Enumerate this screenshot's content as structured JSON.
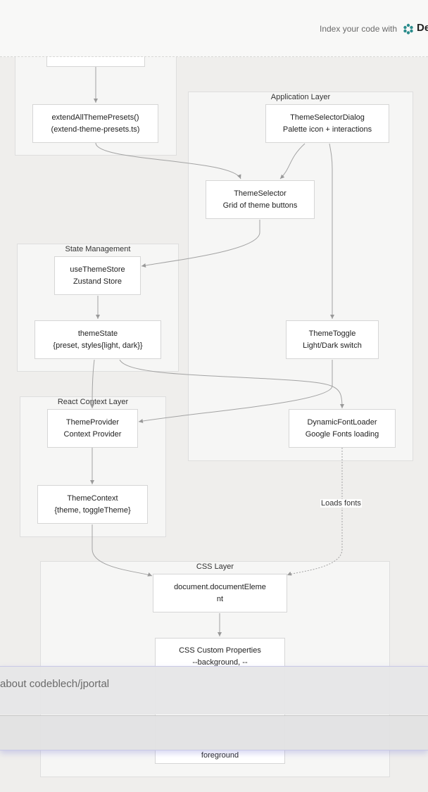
{
  "header": {
    "index_text": "Index your code with",
    "brand": "De",
    "logo_icon": "devin-logo-icon"
  },
  "groups": {
    "application": "Application Layer",
    "state": "State Management",
    "react": "React Context Layer",
    "css": "CSS Layer"
  },
  "nodes": {
    "extend": {
      "line1": "extendAllThemePresets()",
      "line2": "(extend-theme-presets.ts)"
    },
    "dialog": {
      "line1": "ThemeSelectorDialog",
      "line2": "Palette icon + interactions"
    },
    "selector": {
      "line1": "ThemeSelector",
      "line2": "Grid of theme buttons"
    },
    "store": {
      "line1": "useThemeStore",
      "line2": "Zustand Store"
    },
    "themestate": {
      "line1": "themeState",
      "line2": "{preset, styles{light, dark}}"
    },
    "toggle": {
      "line1": "ThemeToggle",
      "line2": "Light/Dark switch"
    },
    "provider": {
      "line1": "ThemeProvider",
      "line2": "Context Provider"
    },
    "fontloader": {
      "line1": "DynamicFontLoader",
      "line2": "Google Fonts loading"
    },
    "context": {
      "line1": "ThemeContext",
      "line2": "{theme, toggleTheme}"
    },
    "docelement": {
      "line1": "document.documentEleme",
      "line2": "nt"
    },
    "cssprops": {
      "line1": "CSS Custom Properties",
      "line2": "--background, --",
      "line3": "foreground"
    }
  },
  "edge_labels": {
    "loads_fonts": "Loads fonts"
  },
  "ask_bar": {
    "text": "about codeblech/jportal"
  },
  "colors": {
    "background": "#efeeec",
    "group_fill": "#f6f6f5",
    "edge": "#999999",
    "brand_teal": "#2a8c8c"
  }
}
